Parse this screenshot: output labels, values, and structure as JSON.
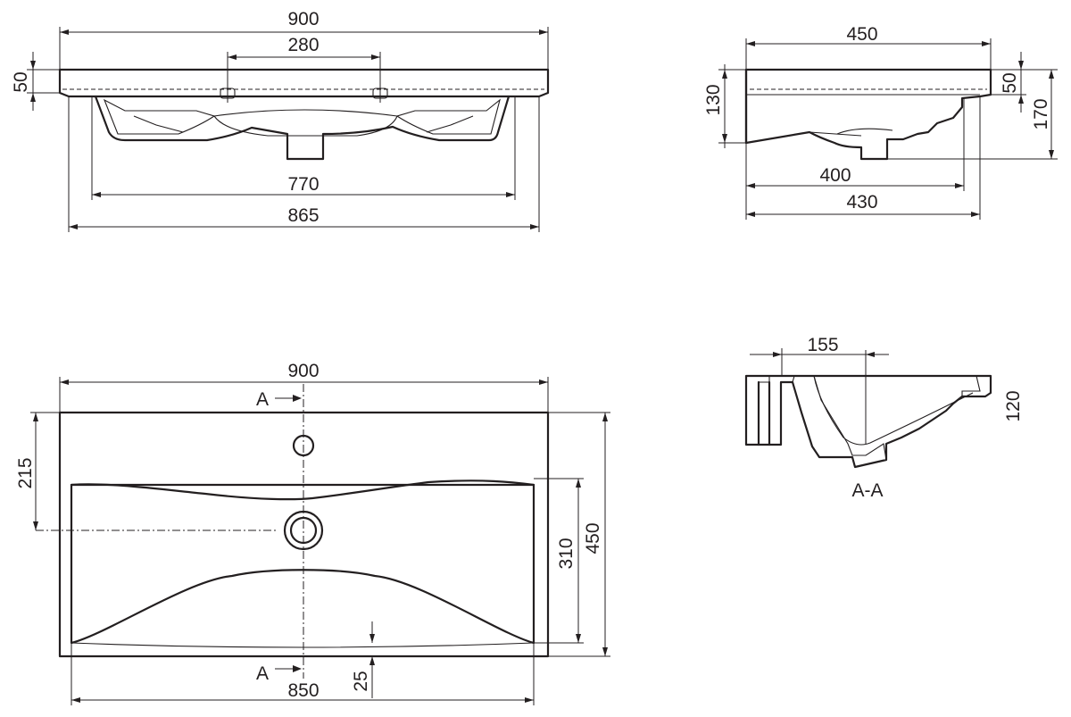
{
  "drawing": {
    "front_view": {
      "overall_width": "900",
      "tap_hole_spacing": "280",
      "top_thickness": "50",
      "bowl_width": "770",
      "base_width": "865"
    },
    "side_view": {
      "depth": "450",
      "height": "130",
      "top_thickness": "50",
      "total_height": "170",
      "drain_offset": "400",
      "base_depth": "430"
    },
    "plan_view": {
      "overall_width": "900",
      "tap_to_front": "215",
      "bowl_depth": "310",
      "overall_depth": "450",
      "rim": "25",
      "bowl_width": "850",
      "section_marker_top": "A",
      "section_marker_bottom": "A"
    },
    "section_view": {
      "bowl_offset": "155",
      "height": "120",
      "title": "A-A"
    }
  },
  "colors": {
    "line": "#231f20",
    "background": "#ffffff"
  }
}
